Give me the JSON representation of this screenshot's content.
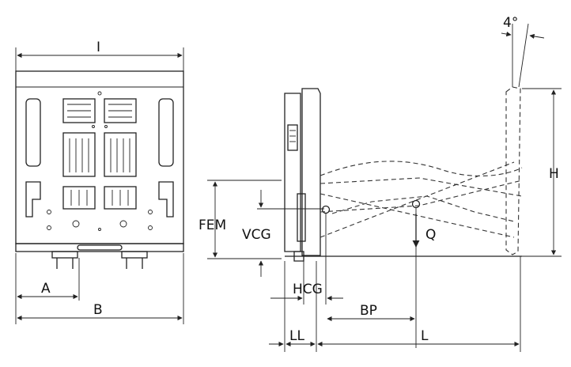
{
  "diagram": {
    "front_view": {
      "dimension_labels": {
        "width": "I",
        "offset_a": "A",
        "overall_b": "B"
      }
    },
    "side_view": {
      "dimension_labels": {
        "tilt_angle": "4°",
        "height": "H",
        "fem": "FEM",
        "vcg": "VCG",
        "hcg": "HCG",
        "bp": "BP",
        "load": "Q",
        "ll": "LL",
        "length": "L"
      }
    }
  }
}
